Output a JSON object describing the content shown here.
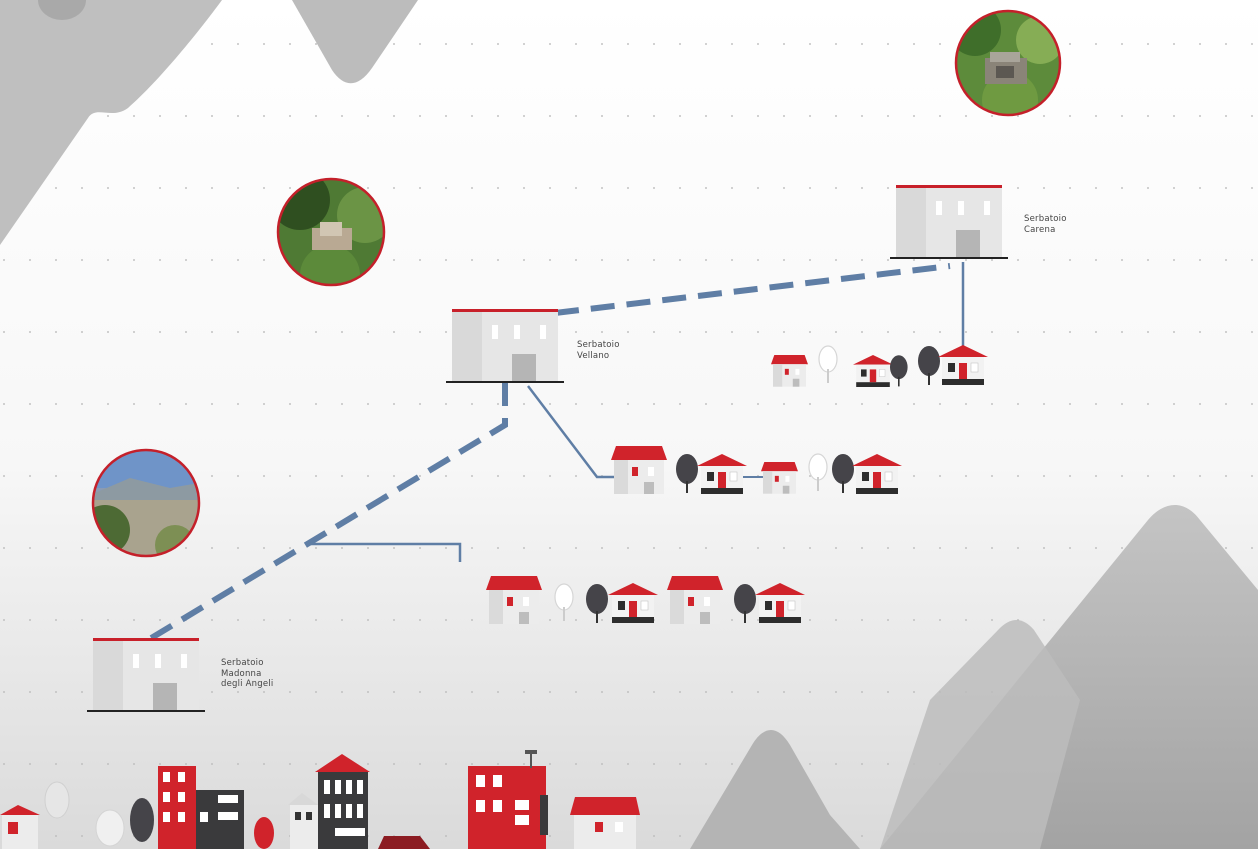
{
  "reservoirs": [
    {
      "id": "carena",
      "label": "Serbatoio\nCarena"
    },
    {
      "id": "vellano",
      "label": "Serbatoio\nVellano"
    },
    {
      "id": "madonna",
      "label": "Serbatoio\nMadonna\ndegli Angeli"
    }
  ],
  "colors": {
    "accent_red": "#d0232b",
    "pipe_blue": "#5f7ea5",
    "building_gray": "#e4e4e4",
    "door_gray": "#b5b5b5",
    "mountain_gray": "#b9b9b9"
  },
  "icons": [
    "reservoir-building-icon",
    "house-icon",
    "tree-icon",
    "city-building-icon",
    "photo-thumbnail"
  ]
}
